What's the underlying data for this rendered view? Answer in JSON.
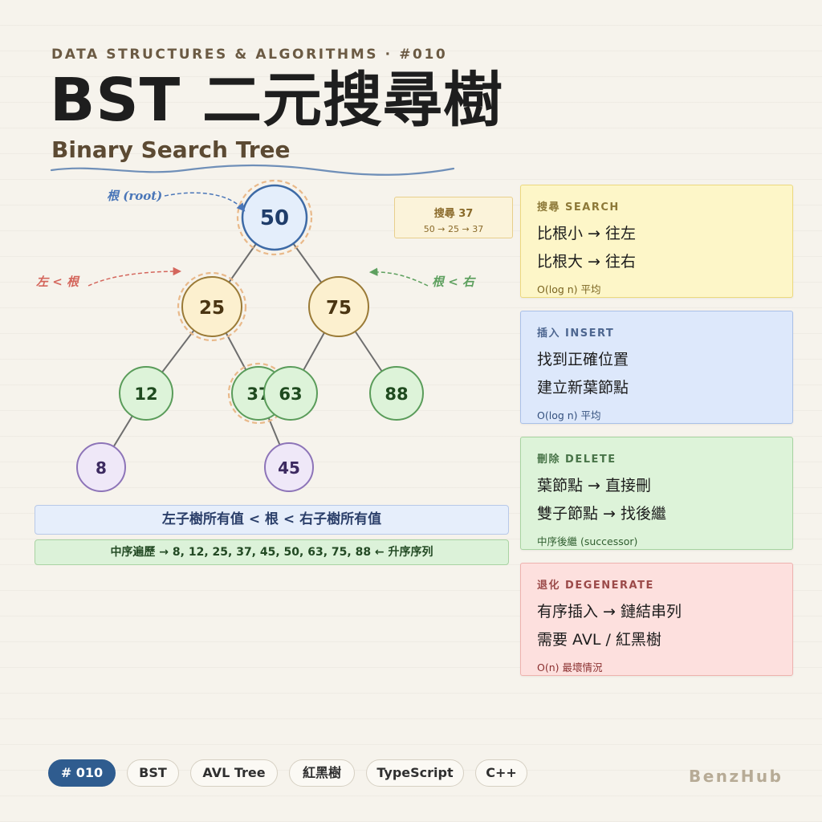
{
  "header": {
    "kicker": "DATA STRUCTURES & ALGORITHMS · #010",
    "title": "BST 二元搜尋樹",
    "subtitle": "Binary Search Tree"
  },
  "tree": {
    "root_label": "根 (root)",
    "left_label": "左 < 根",
    "right_label": "根 < 右",
    "nodes": [
      "50",
      "25",
      "75",
      "12",
      "37",
      "63",
      "88",
      "8",
      "45"
    ],
    "search_note": {
      "title": "搜尋 37",
      "path": "50 → 25 → 37"
    }
  },
  "rules": {
    "bst_property": "左子樹所有值 < 根 < 右子樹所有值",
    "inorder": "中序遍歷 → 8, 12, 25, 37, 45, 50, 63, 75, 88 ← 升序序列"
  },
  "cards": {
    "search": {
      "title": "搜尋 SEARCH",
      "line1": "比根小 → 往左",
      "line2": "比根大 → 往右",
      "note": "O(log n) 平均"
    },
    "insert": {
      "title": "插入 INSERT",
      "line1": "找到正確位置",
      "line2": "建立新葉節點",
      "note": "O(log n) 平均"
    },
    "delete": {
      "title": "刪除 DELETE",
      "line1": "葉節點 → 直接刪",
      "line2": "雙子節點 → 找後繼",
      "note": "中序後繼 (successor)"
    },
    "degenerate": {
      "title": "退化 DEGENERATE",
      "line1": "有序插入 → 鏈結串列",
      "line2": "需要 AVL / 紅黑樹",
      "note": "O(n) 最壞情況"
    }
  },
  "tags": [
    "# 010",
    "BST",
    "AVL Tree",
    "紅黑樹",
    "TypeScript",
    "C++"
  ],
  "brand": "BenzHub",
  "colors": {
    "root": "#e4eefb",
    "internal": "#fcf0cf",
    "leaf": "#ddf3d9",
    "deep": "#efe8f8",
    "accent_blue": "#2f5c8f"
  }
}
